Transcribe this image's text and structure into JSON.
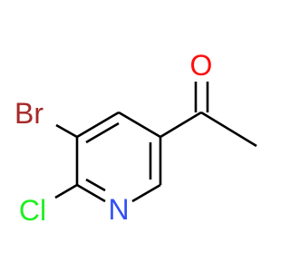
{
  "molecule": {
    "atoms": {
      "oxygen": "O",
      "bromine": "Br",
      "chlorine": "Cl",
      "nitrogen": "N"
    }
  },
  "colors": {
    "oxygen": "#ff0d0d",
    "bromine": "#a62929",
    "chlorine": "#1ff01f",
    "nitrogen": "#3050f8",
    "bond": "#000000",
    "background": "#ffffff"
  }
}
